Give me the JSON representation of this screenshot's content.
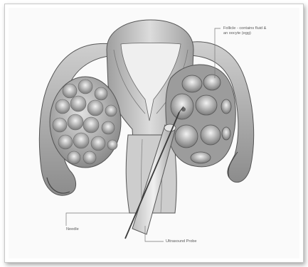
{
  "labels": {
    "follicle_line1": "Follicle - contains fluid &",
    "follicle_line2": "an oocyte (egg)",
    "needle": "Needle",
    "probe": "Ultrasound Probe"
  },
  "colors": {
    "tissue_light": "#d9d9d9",
    "tissue_mid": "#a9a9a9",
    "tissue_dark": "#555555",
    "frame_shadow": "#9a9a9a"
  }
}
